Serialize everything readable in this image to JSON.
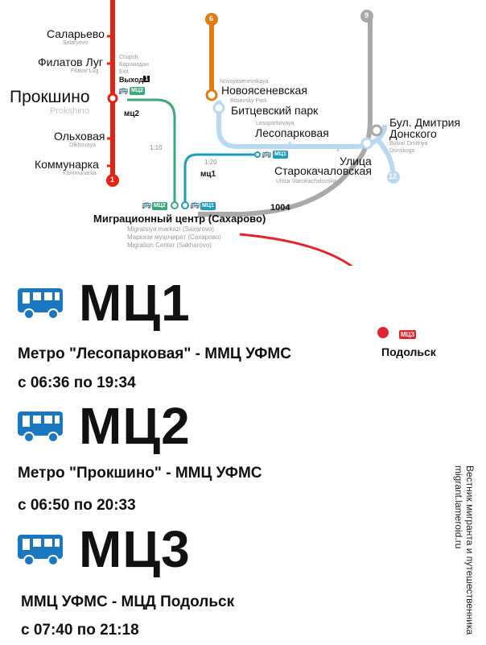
{
  "map": {
    "line_numbers": {
      "red": "1",
      "orange": "6",
      "grey": "9",
      "blue": "12"
    },
    "stations": {
      "salaryevo": {
        "name": "Саларьево",
        "latin": "Salaryevo"
      },
      "filatov_lug": {
        "name": "Филатов Луг",
        "latin": "Filatov Lug"
      },
      "prokshino": {
        "name": "Прокшино",
        "latin": "Prokshino"
      },
      "olkhovaya": {
        "name": "Ольховая",
        "latin": "Olkhovaya"
      },
      "kommunarka": {
        "name": "Коммунарка",
        "latin": "Kommunarka"
      },
      "novoyasenevskaya": {
        "name": "Новоясеневская",
        "latin": "Novoyasenevskaya"
      },
      "bitsevsky": {
        "name": "Битцевский парк",
        "latin": "Bitsevsky Park"
      },
      "lesoparkovaya": {
        "name": "Лесопарковая",
        "latin": "Lesoparkovaya"
      },
      "starokachalovskaya": {
        "name_line1": "Улица",
        "name_line2": "Старокачаловская",
        "latin": "Ulitsa Starokachalovskaya"
      },
      "bulvar_donskogo": {
        "name_line1": "Бул. Дмитрия",
        "name_line2": "Донского",
        "latin_line1": "Bulvar Dmitriya",
        "latin_line2": "Donskogo"
      }
    },
    "exit": {
      "latin_line1": "Chiqish",
      "latin_line2": "Баромадан",
      "latin_line3": "Exit",
      "label": "Выход",
      "num": "1"
    },
    "routes": {
      "mc2_label": "мц2",
      "mc1_label": "мц1",
      "mc2_time": "1:10",
      "mc1_time": "1:20",
      "bus1004": "1004",
      "badge_mc1": "МЦ1",
      "badge_mc2": "МЦ2",
      "badge_mc3": "МЦ3"
    },
    "center": {
      "name": "Миграционный центр (Сахарово)",
      "line2": "Migratsiya markazi (Saxarovo)",
      "line3": "Маркази муҳоҷират (Сахарово)",
      "line4": "Migration Center (Sakharovo)"
    },
    "podolsk": "Подольск",
    "colors": {
      "red": "#e42313",
      "orange": "#e07b12",
      "grey": "#a9a9a9",
      "blue": "#7fc4ec",
      "green": "#3da67a",
      "teal": "#1f9bbf",
      "mc3_red": "#e4242c"
    }
  },
  "routes_info": [
    {
      "code": "МЦ1",
      "desc": "Метро \"Лесопарковая\" - ММЦ УФМС",
      "hours": "с 06:36 по 19:34"
    },
    {
      "code": "МЦ2",
      "desc": "Метро \"Прокшино\" - ММЦ УФМС",
      "hours": "с 06:50 по 20:33"
    },
    {
      "code": "МЦ3",
      "desc": "ММЦ УФМС - МЦД Подольск",
      "hours": "с 07:40 по 21:18"
    }
  ],
  "credit": {
    "line1": "Вестник мигранта и путешественника",
    "line2": "migrant.lameroid.ru"
  },
  "icons": {
    "bus": "bus-icon",
    "bus_small": "bus-small-icon"
  },
  "bus_color": "#1a78c2"
}
